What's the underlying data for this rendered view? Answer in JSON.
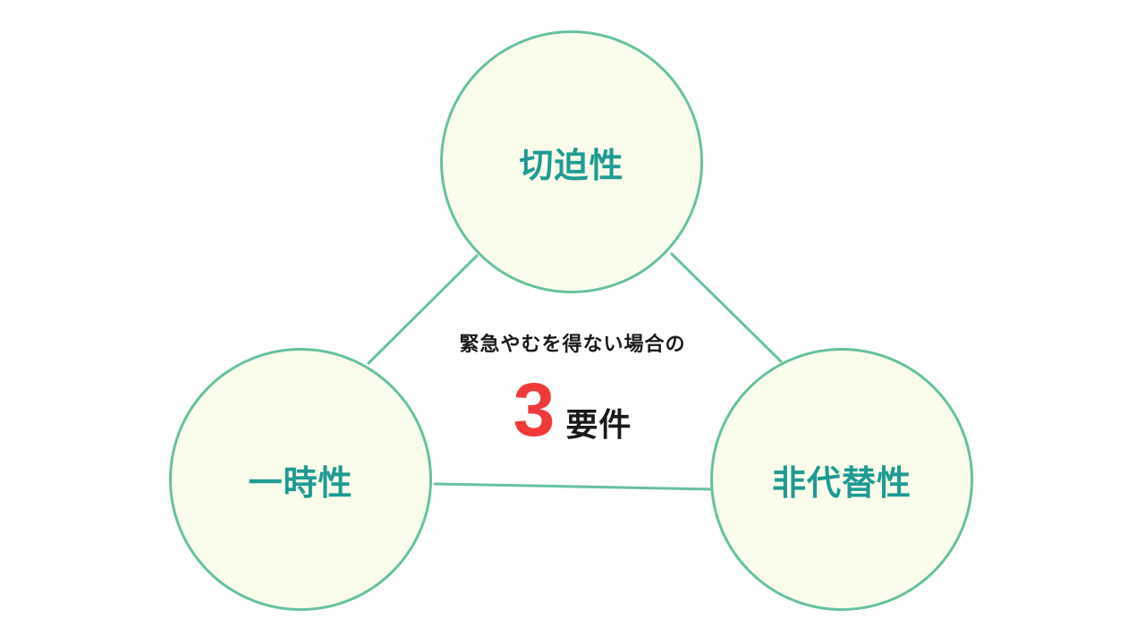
{
  "diagram": {
    "nodes": {
      "top": {
        "label": "切迫性"
      },
      "left": {
        "label": "一時性"
      },
      "right": {
        "label": "非代替性"
      }
    },
    "center": {
      "subtitle": "緊急やむを得ない場合の",
      "number": "3",
      "word": "要件"
    },
    "colors": {
      "circle_border": "#66c29e",
      "circle_fill": "#fafcec",
      "label_text": "#1f9b93",
      "number": "#f03a3a",
      "text": "#1a1a1a"
    }
  }
}
